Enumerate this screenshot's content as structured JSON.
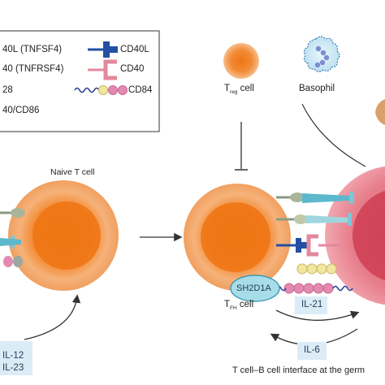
{
  "legend": {
    "items": [
      {
        "label": "40L (TNFSF4)"
      },
      {
        "label": "40 (TNFRSF4)"
      },
      {
        "label": "28"
      },
      {
        "label": "40/CD86"
      },
      {
        "label": "CD40L"
      },
      {
        "label": "CD40"
      },
      {
        "label": "CD84"
      }
    ]
  },
  "cells": {
    "treg": {
      "main": "T",
      "sub": "reg",
      "suffix": " cell"
    },
    "basophil": "Basophil",
    "naive": "Naive T cell",
    "tfh": {
      "main": "T",
      "sub": "FH",
      "suffix": " cell"
    }
  },
  "molecules": {
    "sh2d1a": "SH2D1A"
  },
  "cytokines": {
    "il12": "IL-12",
    "il23": "IL-23",
    "il21": "IL-21",
    "il6": "IL-6"
  },
  "caption": "T cell–B cell interface at the germ",
  "colors": {
    "cell_orange": "#f08a2e",
    "bcell_pink": "#e0707e",
    "cytokine_box": "#dcecf6",
    "ox40l_teal": "#3fb4c4",
    "cd40l_blue": "#2350a3",
    "cd40_pink": "#e3899c",
    "cd84_yellow": "#f0e7a0",
    "cd84_pink": "#e48ab0"
  }
}
